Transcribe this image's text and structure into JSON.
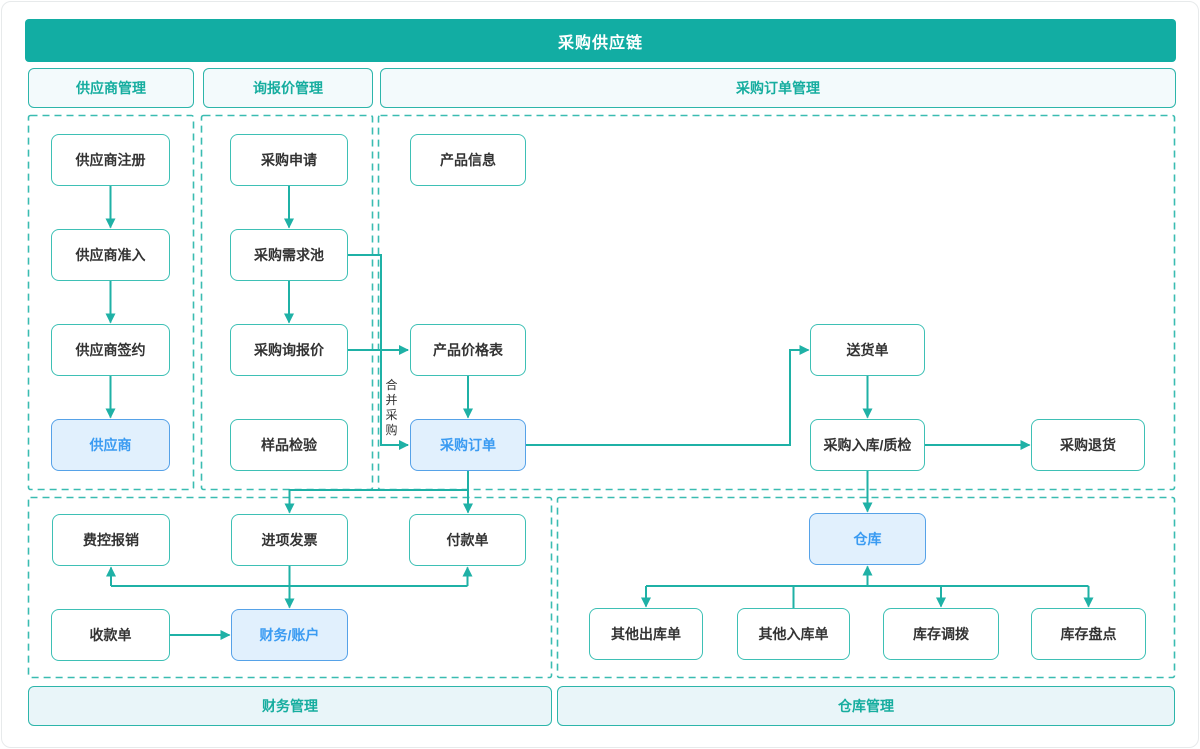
{
  "title": "采购供应链",
  "sections": {
    "supplier_mgmt": "供应商管理",
    "inquiry_mgmt": "询报价管理",
    "po_mgmt": "采购订单管理",
    "finance_mgmt": "财务管理",
    "warehouse_mgmt": "仓库管理"
  },
  "nodes": {
    "supplier_register": "供应商注册",
    "supplier_access": "供应商准入",
    "supplier_sign": "供应商签约",
    "supplier": "供应商",
    "purchase_request": "采购申请",
    "demand_pool": "采购需求池",
    "purchase_inquiry": "采购询报价",
    "sample_inspection": "样品检验",
    "product_info": "产品信息",
    "price_list": "产品价格表",
    "purchase_order": "采购订单",
    "delivery_note": "送货单",
    "receiving_qc": "采购入库/质检",
    "purchase_return": "采购退货",
    "expense_reimburse": "费控报销",
    "input_invoice": "进项发票",
    "payment_order": "付款单",
    "receipt_order": "收款单",
    "finance_account": "财务/账户",
    "warehouse": "仓库",
    "other_outbound": "其他出库单",
    "other_inbound": "其他入库单",
    "inventory_transfer": "库存调拨",
    "inventory_stocktake": "库存盘点"
  },
  "edge_labels": {
    "merge_purchase": "合并采购"
  },
  "colors": {
    "banner_teal": "#12ada3",
    "line_teal": "#1fb1a6",
    "dashed_border_teal": "#3abcb1",
    "node_border_teal": "#3ec0b5",
    "header_fill": "#f3fafc",
    "bottom_header_fill": "#e9f5f9",
    "header_text_teal": "#16ad9f",
    "highlight_fill_blue": "#e1f0fd",
    "highlight_border_blue": "#56a2e8",
    "highlight_text_blue": "#3a9bf2",
    "node_text": "#333333"
  }
}
